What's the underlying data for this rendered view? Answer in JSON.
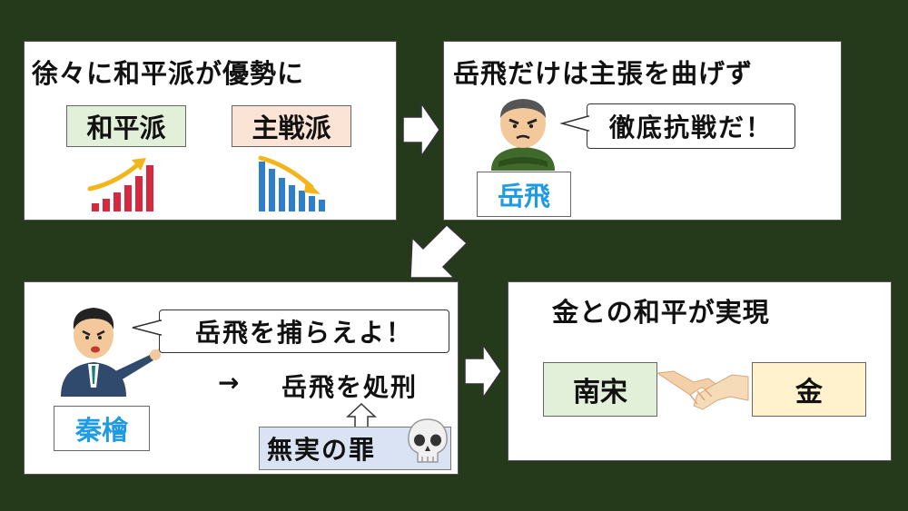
{
  "panel1": {
    "title": "徐々に和平派が優勢に",
    "box_left": "和平派",
    "box_right": "主戦派"
  },
  "panel2": {
    "title": "岳飛だけは主張を曲げず",
    "speech": "徹底抗戦だ！",
    "name": "岳飛"
  },
  "panel3": {
    "speech": "岳飛を捕らえよ！",
    "arrow_glyph": "→",
    "result": "岳飛を処刑",
    "crime": "無実の罪",
    "name": "秦檜"
  },
  "panel4": {
    "title": "金との和平が実現",
    "box_left": "南宋",
    "box_right": "金"
  },
  "colors": {
    "background": "#25391b",
    "green_box": "#e2efd9",
    "peach_box": "#fbe3d5",
    "cream_box": "#fff2cc",
    "blue_box": "#dae3f3",
    "name_text": "#1e9be3",
    "up_bars": "#d6283e",
    "down_bars": "#2f7ec8",
    "trend_arrow": "#f2b51c"
  },
  "icons": [
    "trend-up-icon",
    "trend-down-icon",
    "skull-icon",
    "handshake-icon",
    "arrow-right-icon",
    "arrow-down-left-icon"
  ]
}
